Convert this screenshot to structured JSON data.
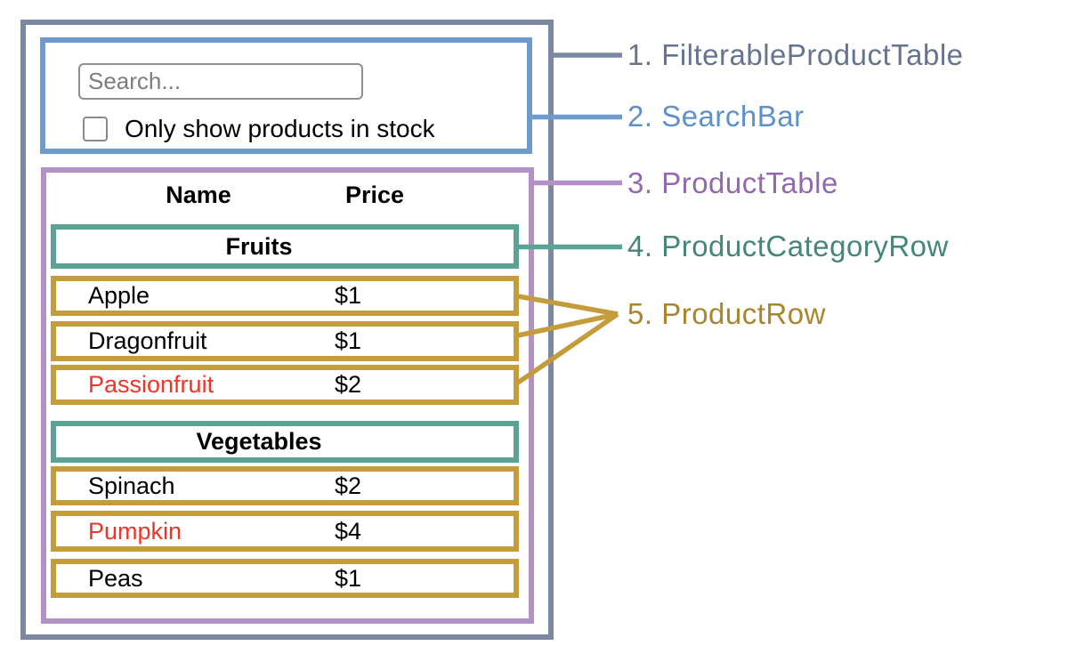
{
  "search_bar": {
    "placeholder": "Search...",
    "checkbox_label": "Only show products in stock",
    "checkbox_checked": false
  },
  "product_table": {
    "columns": {
      "name": "Name",
      "price": "Price"
    },
    "sections": [
      {
        "category": "Fruits",
        "rows": [
          {
            "name": "Apple",
            "price": "$1",
            "name_red": false
          },
          {
            "name": "Dragonfruit",
            "price": "$1",
            "name_red": false
          },
          {
            "name": "Passionfruit",
            "price": "$2",
            "name_red": true
          }
        ]
      },
      {
        "category": "Vegetables",
        "rows": [
          {
            "name": "Spinach",
            "price": "$2",
            "name_red": false
          },
          {
            "name": "Pumpkin",
            "price": "$4",
            "name_red": true
          },
          {
            "name": "Peas",
            "price": "$1",
            "name_red": false
          }
        ]
      }
    ]
  },
  "legend": {
    "labels": [
      {
        "text": "1. FilterableProductTable",
        "color": "#67748e"
      },
      {
        "text": "2. SearchBar",
        "color": "#5e90cb"
      },
      {
        "text": "3. ProductTable",
        "color": "#9268ae"
      },
      {
        "text": "4. ProductCategoryRow",
        "color": "#45857a"
      },
      {
        "text": "5. ProductRow",
        "color": "#a9852e"
      }
    ]
  },
  "colors": {
    "filterable_product_table_border": "#7c88a1",
    "search_bar_border": "#6f9ace",
    "product_table_border": "#b292c6",
    "product_category_row_border": "#5aa395",
    "product_row_border": "#c49c3c",
    "red_product_text": "#f13427"
  }
}
